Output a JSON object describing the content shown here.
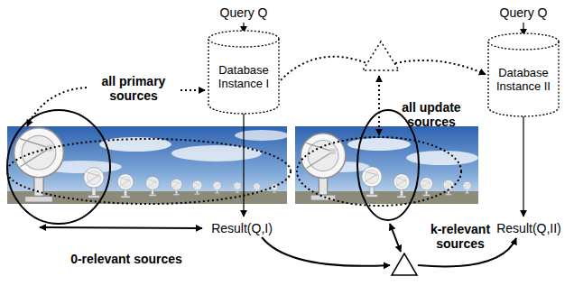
{
  "diagram": {
    "nodes": [
      {
        "text": [
          "Database Instance I"
        ]
      },
      {
        "text": [
          "Database Instance II"
        ]
      }
    ],
    "edges": [
      {
        "from": 0,
        "to": 1,
        "arrow": "to"
      }
    ],
    "labels": [
      "Query Q",
      "all primary sources",
      "all update sources",
      "Query Q",
      "Result(Q,I)",
      "0-relevant sources",
      "k-relevant sources",
      "Result(Q,II)"
    ]
  }
}
